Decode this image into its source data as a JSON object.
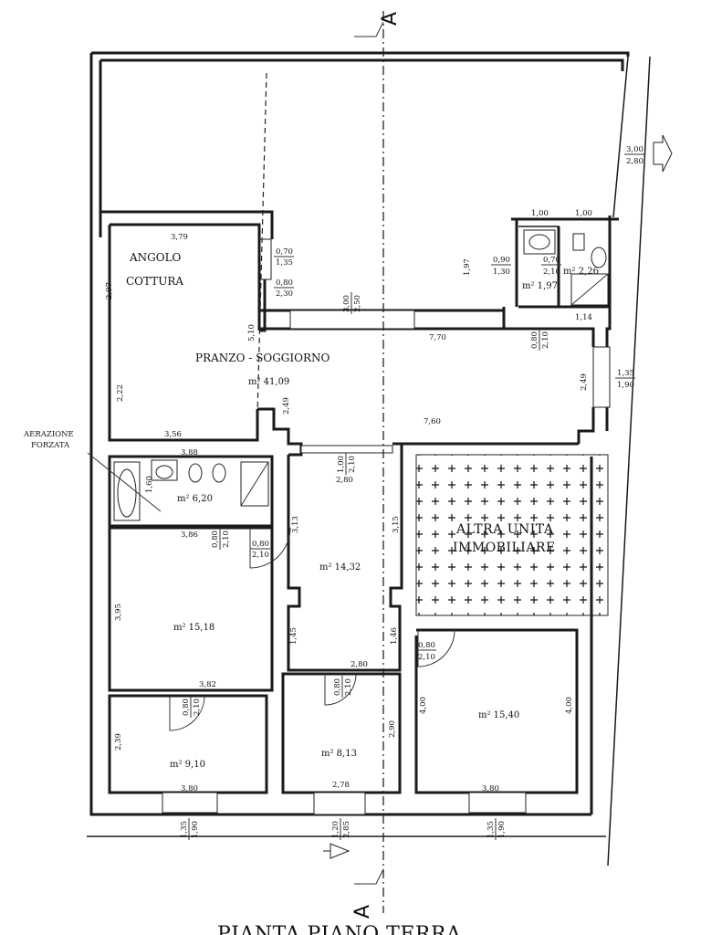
{
  "section_marks": {
    "top": "A",
    "bottom": "A"
  },
  "rooms": {
    "angolo_cottura": {
      "line1": "ANGOLO",
      "line2": "COTTURA"
    },
    "pranzo": {
      "name": "PRANZO - SOGGIORNO",
      "area": "m² 41,09"
    },
    "bagno_grande": {
      "area": "m² 6,20"
    },
    "bagno_small_a": {
      "area": "m² 1,97"
    },
    "bagno_small_b": {
      "area": "m² 2,26"
    },
    "corridoio": {
      "area": "m² 14,32"
    },
    "camera_1": {
      "area": "m² 15,18"
    },
    "camera_2": {
      "area": "m² 9,10"
    },
    "camera_3": {
      "area": "m² 8,13"
    },
    "camera_4": {
      "area": "m² 15,40"
    },
    "altra_unita": {
      "line1": "ALTRA UNITA",
      "line2": "IMMOBILIARE"
    }
  },
  "notes": {
    "aerazione_1": "AERAZIONE",
    "aerazione_2": "FORZATA"
  },
  "dims": {
    "d379": "3,79",
    "d297": "2,97",
    "d510": "5,10",
    "d222": "2,22",
    "d356": "3,56",
    "d249a": "2,49",
    "d770": "7,70",
    "d760": "7,60",
    "d249b": "2,49",
    "d197": "1,97",
    "d100a": "1,00",
    "d100b": "1,00",
    "d114": "1,14",
    "d388": "3,88",
    "d160": "1,60",
    "d386": "3,86",
    "d313": "3,13",
    "d315": "3,15",
    "d280a": "2,80",
    "d395": "3,95",
    "d145": "1,45",
    "d146": "1,46",
    "d280b": "2,80",
    "d382": "3,82",
    "d239": "2,39",
    "d290": "2,90",
    "d400a": "4,00",
    "d400b": "4,00",
    "d380a": "3,80",
    "d278": "2,78",
    "d380b": "3,80"
  },
  "openings": {
    "w070_135": [
      "0,70",
      "1,35"
    ],
    "w080_230": [
      "0,80",
      "2,30"
    ],
    "w300_250": [
      "3,00",
      "2,50"
    ],
    "w090_130": [
      "0,90",
      "1,30"
    ],
    "w070_210": [
      "0,70",
      "2,10"
    ],
    "w080_210a": [
      "0,80",
      "2,10"
    ],
    "w135_190a": [
      "1,35",
      "1,90"
    ],
    "w300_280": [
      "3,00",
      "2,80"
    ],
    "w100_210": [
      "1,00",
      "2,10"
    ],
    "w080_210b": [
      "0,80",
      "2,10"
    ],
    "w080_210c": [
      "0,80",
      "2,10"
    ],
    "w080_210d": [
      "0,80",
      "2,10"
    ],
    "w080_210e": [
      "0,80",
      "2,10"
    ],
    "w080_210f": [
      "0,80",
      "2,10"
    ],
    "w135_190b": [
      "1,35",
      "1,90"
    ],
    "w120_285": [
      "1,20",
      "2,85"
    ],
    "w135_190c": [
      "1,35",
      "1,90"
    ]
  },
  "footer_title": "PIANTA PIANO TERRA"
}
